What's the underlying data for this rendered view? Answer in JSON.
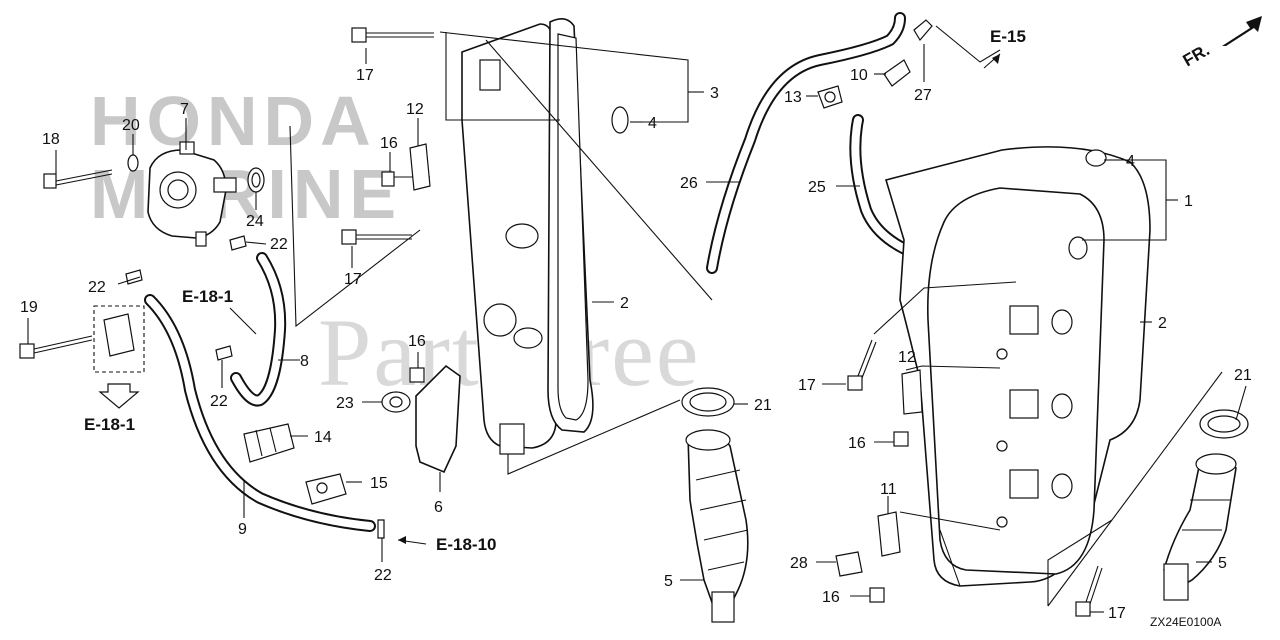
{
  "watermarks": {
    "brand_line1": "HONDA",
    "brand_line2": "MARINE",
    "site": "PartsTree"
  },
  "direction_marker": "FR.",
  "diagram_code": "ZX24E0100A",
  "references": {
    "ref_e15": "E-15",
    "ref_e181_top": "E-18-1",
    "ref_e181_left": "E-18-1",
    "ref_e1810": "E-18-10"
  },
  "callouts": {
    "c1": "1",
    "c2a": "2",
    "c2b": "2",
    "c3": "3",
    "c4a": "4",
    "c4b": "4",
    "c5a": "5",
    "c5b": "5",
    "c6": "6",
    "c7": "7",
    "c8": "8",
    "c9": "9",
    "c10": "10",
    "c11": "11",
    "c12a": "12",
    "c12b": "12",
    "c13": "13",
    "c14": "14",
    "c15": "15",
    "c16a": "16",
    "c16b": "16",
    "c16c": "16",
    "c16d": "16",
    "c17a": "17",
    "c17b": "17",
    "c17c": "17",
    "c17d": "17",
    "c18": "18",
    "c19": "19",
    "c20": "20",
    "c21a": "21",
    "c21b": "21",
    "c22a": "22",
    "c22b": "22",
    "c22c": "22",
    "c22d": "22",
    "c23": "23",
    "c24": "24",
    "c25": "25",
    "c26": "26",
    "c27": "27",
    "c28": "28"
  }
}
